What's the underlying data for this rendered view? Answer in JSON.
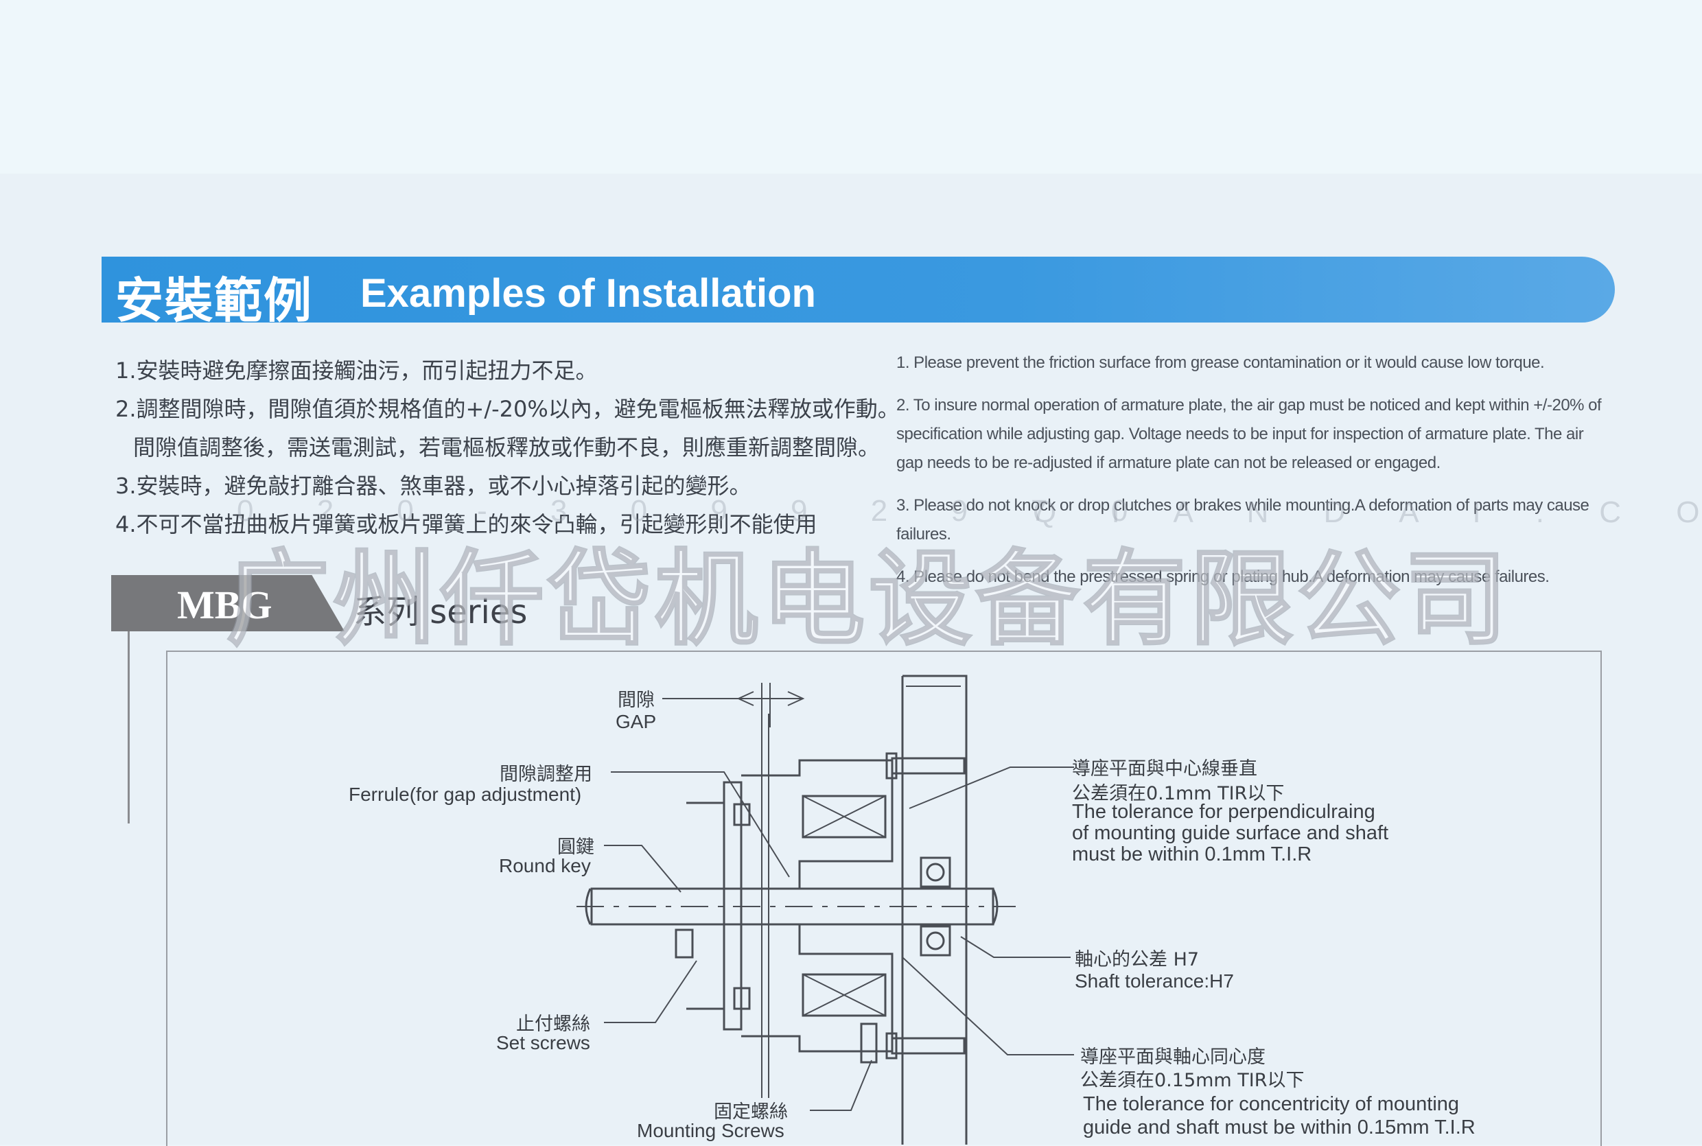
{
  "header": {
    "title_zh": "安裝範例",
    "title_en": "Examples of Installation"
  },
  "notes_zh": [
    "1.安裝時避免摩擦面接觸油污，而引起扭力不足。",
    "2.調整間隙時，間隙值須於規格值的+/-20%以內，避免電樞板無法釋放或作動。",
    "間隙值調整後，需送電測試，若電樞板釋放或作動不良，則應重新調整間隙。",
    "3.安裝時，避免敲打離合器、煞車器，或不小心掉落引起的變形。",
    "4.不可不當扭曲板片彈簧或板片彈簧上的來令凸輪，引起變形則不能使用"
  ],
  "notes_en": [
    "1. Please prevent the friction surface from grease contamination or it would cause low torque.",
    "2. To insure normal operation of armature plate, the air gap must be noticed and kept within +/-20% of specification while adjusting gap. Voltage needs to be input for inspection of armature plate. The air gap needs to be re-adjusted if armature plate can not be released or engaged.",
    "3. Please do not knock or drop clutches or brakes while mounting.A deformation of parts may cause failures.",
    "4. Please do not bend the prestressed spring or plating hub.A deformation may cause failures."
  ],
  "series": {
    "code": "MBG",
    "label": "系列 series"
  },
  "diagram": {
    "gap_zh": "間隙",
    "gap_en": "GAP",
    "ferrule_zh": "間隙調整用",
    "ferrule_en": "Ferrule(for gap adjustment)",
    "key_zh": "圓鍵",
    "key_en": "Round key",
    "set_zh": "止付螺絲",
    "set_en": "Set screws",
    "mount_zh": "固定螺絲",
    "mount_en": "Mounting Screws",
    "perp_zh1": "導座平面與中心線垂直",
    "perp_zh2": "公差須在0.1mm TIR以下",
    "perp_en1": "The tolerance for perpendiculraing",
    "perp_en2": "of mounting guide surface and shaft",
    "perp_en3": "must be within 0.1mm T.I.R",
    "shaft_zh": "軸心的公差 H7",
    "shaft_en": "Shaft tolerance:H7",
    "conc_zh1": "導座平面與軸心同心度",
    "conc_zh2": "公差須在0.15mm TIR以下",
    "conc_en1": "The tolerance for concentricity of mounting",
    "conc_en2": "guide and shaft must be within 0.15mm T.I.R"
  },
  "watermark": {
    "company": "广州仟岱机电设备有限公司",
    "phone": "0 2 0 - 3 0 9 9 2 9 7 0",
    "site": "Q I A N D A I . C O M"
  }
}
